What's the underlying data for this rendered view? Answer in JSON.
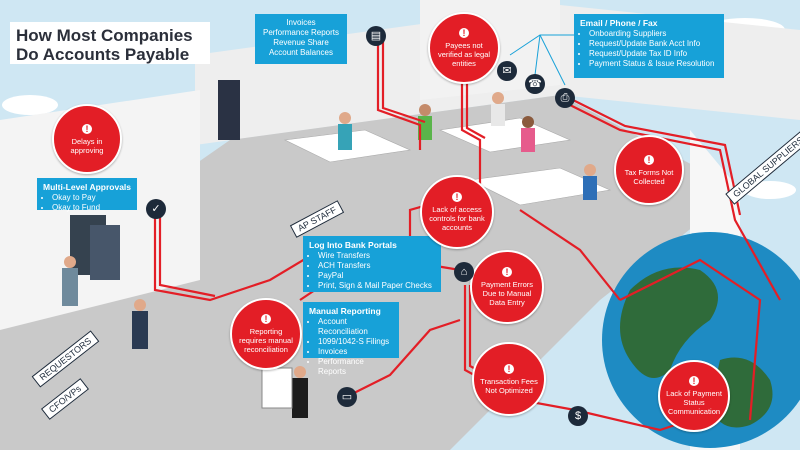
{
  "title": {
    "line1": "How Most Companies",
    "line2": "Do Accounts Payable"
  },
  "boxes": {
    "reports": [
      "Invoices",
      "Performance Reports",
      "Revenue Share",
      "Account Balances"
    ],
    "email": {
      "heading": "Email / Phone / Fax",
      "items": [
        "Onboarding Suppliers",
        "Request/Update Bank Acct Info",
        "Request/Update Tax ID Info",
        "Payment Status & Issue Resolution"
      ]
    },
    "approvals": {
      "heading": "Multi-Level Approvals",
      "items": [
        "Okay to Pay",
        "Okay to Fund"
      ]
    },
    "bank_portals": {
      "heading": "Log Into Bank Portals",
      "items": [
        "Wire Transfers",
        "ACH Transfers",
        "PayPal",
        "Print, Sign & Mail Paper Checks"
      ]
    },
    "manual_reporting": {
      "heading": "Manual Reporting",
      "items": [
        "Account Reconciliation",
        "1099/1042-S Filings",
        "Invoices",
        "Performance Reports"
      ]
    }
  },
  "issues": {
    "delays": "Delays in approving",
    "payees": "Payees not verified as legal entities",
    "tax_forms": "Tax Forms Not Collected",
    "access": "Lack of access controls for bank accounts",
    "payment_errors": "Payment Errors Due to Manual Data Entry",
    "reporting": "Reporting requires manual reconciliation",
    "transaction_fees": "Transaction Fees Not Optimized",
    "lack_status": "Lack of Payment Status Communication"
  },
  "labels": {
    "ap_staff": "AP STAFF",
    "requestors": "REQUESTORS",
    "cfo": "CFO/VPs",
    "global_suppliers": "GLOBAL SUPPLIERS"
  },
  "colors": {
    "path": "#e31e26",
    "box": "#17a1d8",
    "alert": "#e31e26",
    "floor": "#c9c9c9"
  },
  "icons": {
    "document": "document-icon",
    "email": "envelope-icon",
    "phone": "phone-icon",
    "fax": "fax-icon",
    "check": "checkmark-icon",
    "bank": "bank-icon",
    "folder": "folder-icon",
    "dollar": "dollar-icon",
    "alert": "alert-icon"
  }
}
